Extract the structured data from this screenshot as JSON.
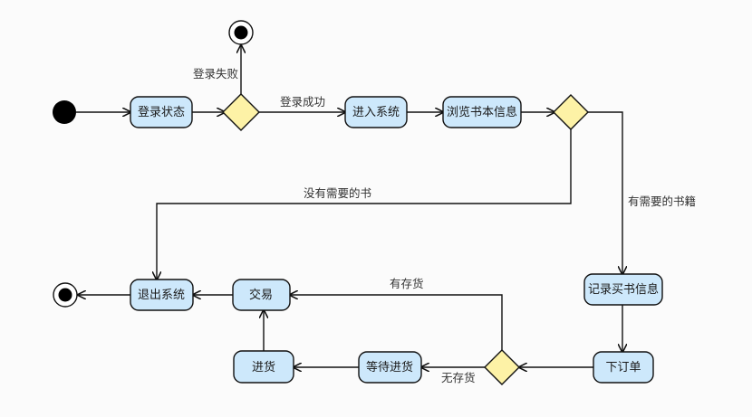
{
  "colors": {
    "background": "#fbfbfb",
    "action_fill": "#cde8fb",
    "decision_fill": "#fdf2a6",
    "stroke": "#111111",
    "node_fill": "#000000"
  },
  "nodes": {
    "login_state": "登录状态",
    "enter_system": "进入系统",
    "browse_info": "浏览书本信息",
    "record_info": "记录买书信息",
    "place_order": "下订单",
    "wait_restock": "等待进货",
    "restock": "进货",
    "trade": "交易",
    "exit_system": "退出系统"
  },
  "edges": {
    "login_failed": "登录失败",
    "login_success": "登录成功",
    "has_needed": "有需要的书籍",
    "no_needed": "没有需要的书",
    "in_stock": "有存货",
    "out_of_stock": "无存货"
  }
}
